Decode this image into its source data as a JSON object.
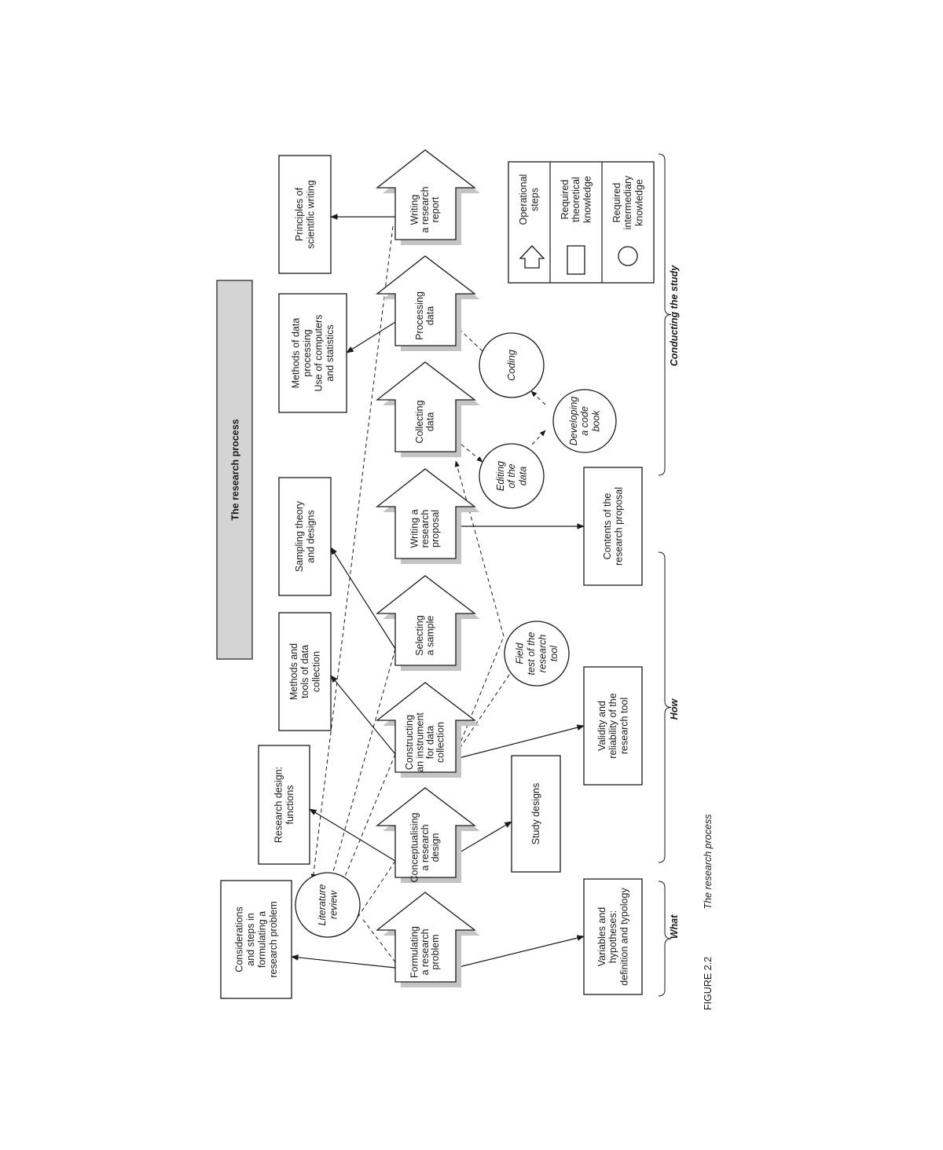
{
  "title": "The research process",
  "caption": {
    "number": "FIGURE 2.2",
    "text": "The research process"
  },
  "operational_steps": [
    "Formulating\na research\nproblem",
    "Conceptualising\na research\ndesign",
    "Constructing\nan instrument\nfor data\ncollection",
    "Selecting\na sample",
    "Writing a\nresearch\nproposal",
    "Collecting\ndata",
    "Processing\ndata",
    "Writing\na research\nreport"
  ],
  "theoretical_knowledge_top": [
    "Considerations\nand steps in\nformulating a\nresearch problem",
    "Research design:\nfunctions",
    "Methods and\ntools of data\ncollection",
    "Sampling theory\nand designs",
    "Methods of data\nprocessing\nUse of computers\nand statistics",
    "Principles of\nscientific writing"
  ],
  "theoretical_knowledge_bottom": [
    "Variables and\nhypotheses:\ndefinition and typology",
    "Study designs",
    "Validity and\nreliability of the\nresearch tool",
    "Contents of the\nresearch proposal"
  ],
  "intermediary_knowledge": [
    "Literature\nreview",
    "Field\ntest of the\nresearch\ntool",
    "Editing\nof the\ndata",
    "Developing\na code\nbook",
    "Coding"
  ],
  "legend": {
    "operational": "Operational\nsteps",
    "theoretical": "Required\ntheoretical\nknowledge",
    "intermediary": "Required\nintermediary\nknowledge"
  },
  "phases": [
    "What",
    "How",
    "Conducting the study"
  ]
}
